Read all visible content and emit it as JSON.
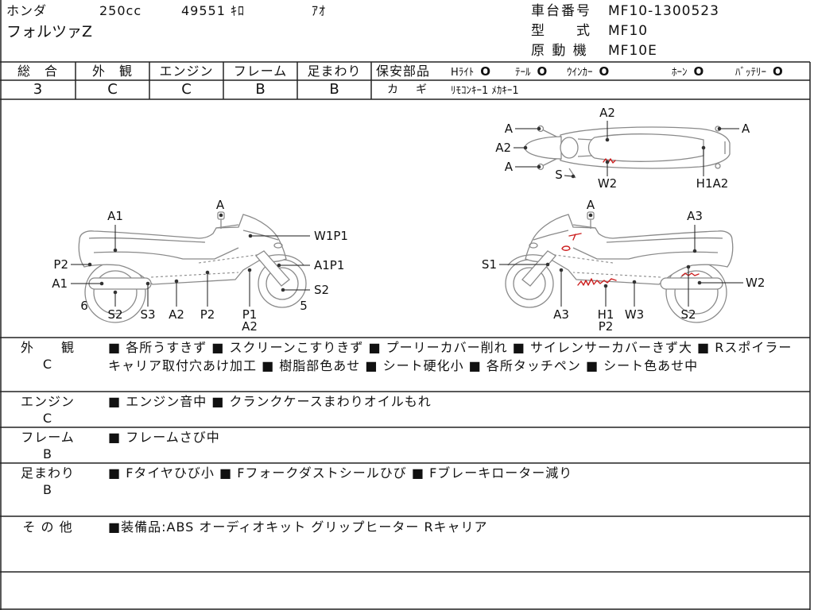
{
  "header": {
    "maker": "ホンダ",
    "displacement": "250cc",
    "mileage": "49551 ｷﾛ",
    "color": "ｱｵ",
    "model_name": "フォルツァZ",
    "frame_no_label": "車台番号",
    "frame_no": "MF10-1300523",
    "type_label": "型　　式",
    "type": "MF10",
    "engine_label": "原 動 機",
    "engine": "MF10E"
  },
  "grades": [
    {
      "label": "総　合",
      "value": "3"
    },
    {
      "label": "外　観",
      "value": "C"
    },
    {
      "label": "エンジン",
      "value": "C"
    },
    {
      "label": "フレーム",
      "value": "B"
    },
    {
      "label": "足まわり",
      "value": "B"
    }
  ],
  "safety_parts": {
    "label": "保安部品",
    "items": [
      {
        "name": "Hﾗｲﾄ",
        "mark": "O"
      },
      {
        "name": "ﾃｰﾙ",
        "mark": "O"
      },
      {
        "name": "ｳｲﾝｶｰ",
        "mark": "O"
      },
      {
        "name": "ﾎｰﾝ",
        "mark": "O"
      },
      {
        "name": "ﾊﾞｯﾃﾘｰ",
        "mark": "O"
      }
    ]
  },
  "keys": {
    "label": "カ　ギ",
    "value": "ﾘﾓｺﾝｷｰ1 ﾒｶｷｰ1"
  },
  "diagram": {
    "top_view_labels": [
      "A2",
      "A",
      "A2",
      "A",
      "A",
      "S",
      "W2",
      "H1A2"
    ],
    "left_view_labels": [
      "A",
      "A1",
      "W1P1",
      "P2",
      "A1P1",
      "A1",
      "S2",
      "6",
      "5",
      "S2",
      "S3",
      "A2",
      "P2",
      "P1",
      "A2"
    ],
    "right_view_labels": [
      "A",
      "A3",
      "S1",
      "W2",
      "A3",
      "H1",
      "P2",
      "W3",
      "S2"
    ],
    "colors": {
      "outline": "#8a8a8a",
      "damage_mark": "#cc1f1f"
    }
  },
  "comments": [
    {
      "label": "外　　観",
      "grade": "C",
      "text": "■ 各所うすきず ■ スクリーンこすりきず ■ プーリーカバー削れ ■ サイレンサーカバーきず大 ■ Rスポイラーキャリア取付穴あけ加工 ■ 樹脂部色あせ ■ シート硬化小 ■ 各所タッチペン ■ シート色あせ中"
    },
    {
      "label": "エンジン",
      "grade": "C",
      "text": "■ エンジン音中 ■ クランクケースまわりオイルもれ"
    },
    {
      "label": "フレーム",
      "grade": "B",
      "text": "■ フレームさび中"
    },
    {
      "label": "足まわり",
      "grade": "B",
      "text": "■ Fタイヤひび小 ■ Fフォークダストシールひび ■ Fブレーキローター減り"
    },
    {
      "label": "そ の 他",
      "text": "■装備品:ABS オーディオキット グリップヒーター Rキャリア"
    }
  ]
}
